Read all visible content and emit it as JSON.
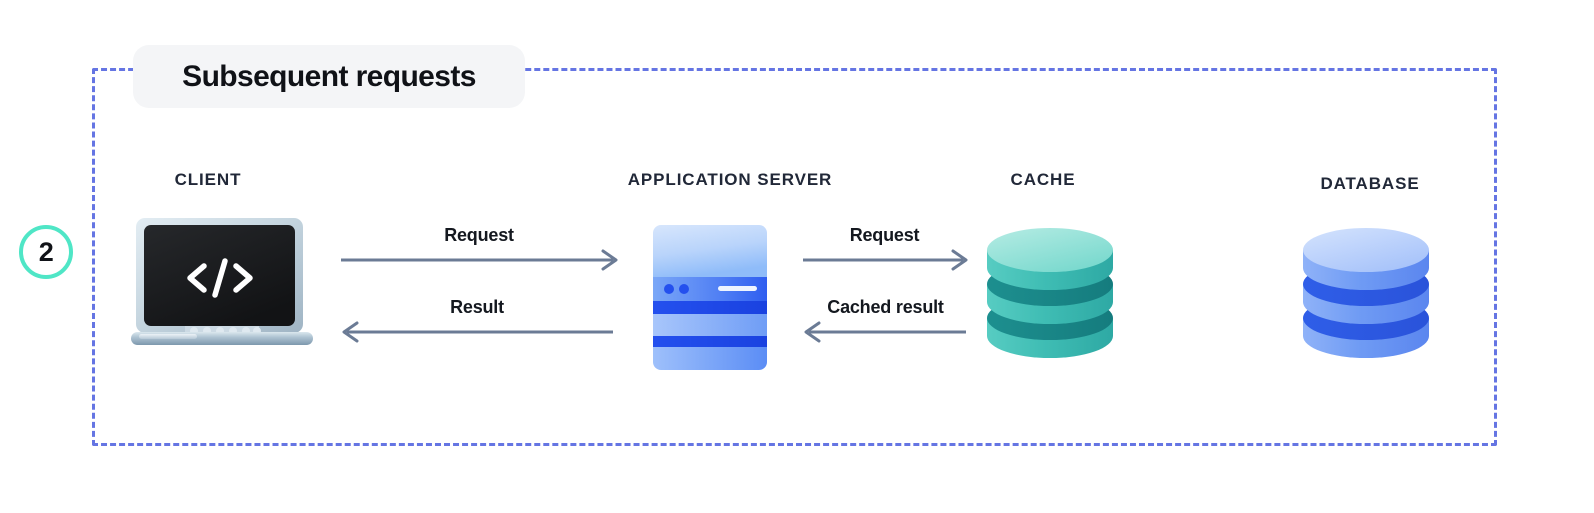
{
  "diagram": {
    "title": "Subsequent requests",
    "step_number": "2",
    "frame_border_color": "#6575e3",
    "badge_color": "#4fe6c6",
    "title_pill_bg": "#f4f5f7",
    "arrow_color": "#6b7b95",
    "label_color": "#212838"
  },
  "nodes": [
    {
      "id": "client",
      "label": "CLIENT",
      "icon": "laptop-code-icon",
      "color": "#1f2a37"
    },
    {
      "id": "appserver",
      "label": "APPLICATION SERVER",
      "icon": "server-rack-icon",
      "color": "#2f5ef0"
    },
    {
      "id": "cache",
      "label": "CACHE",
      "icon": "database-cylinder-icon",
      "color": "#3cbcb4"
    },
    {
      "id": "database",
      "label": "DATABASE",
      "icon": "database-cylinder-icon",
      "color": "#5b82ef"
    }
  ],
  "arrows": [
    {
      "id": "client-to-server",
      "label": "Request",
      "direction": "right",
      "from": "client",
      "to": "appserver"
    },
    {
      "id": "server-to-client",
      "label": "Result",
      "direction": "left",
      "from": "appserver",
      "to": "client"
    },
    {
      "id": "server-to-cache",
      "label": "Request",
      "direction": "right",
      "from": "appserver",
      "to": "cache"
    },
    {
      "id": "cache-to-server",
      "label": "Cached result",
      "direction": "left",
      "from": "cache",
      "to": "appserver"
    }
  ]
}
